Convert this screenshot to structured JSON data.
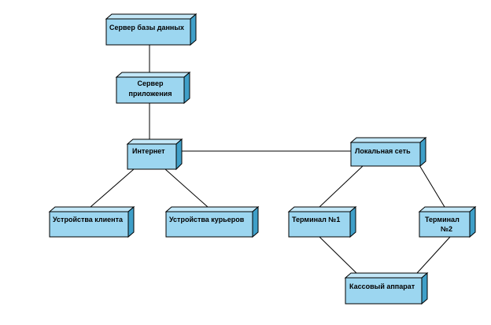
{
  "diagram": {
    "nodes": {
      "db_server": "Сервер базы данных",
      "app_server": [
        "Сервер",
        "приложения"
      ],
      "internet": "Интернет",
      "local_network": "Локальная сеть",
      "client_devices": "Устройства клиента",
      "courier_devices": "Устройства курьеров",
      "terminal_1": "Терминал №1",
      "terminal_2": [
        "Терминал",
        "№2"
      ],
      "cash_register": "Кассовый аппарат"
    },
    "colors": {
      "node_front": "#9cd6f0",
      "node_side": "#3f9fc8",
      "node_top": "#c4e8f8",
      "connector": "#000000"
    }
  }
}
